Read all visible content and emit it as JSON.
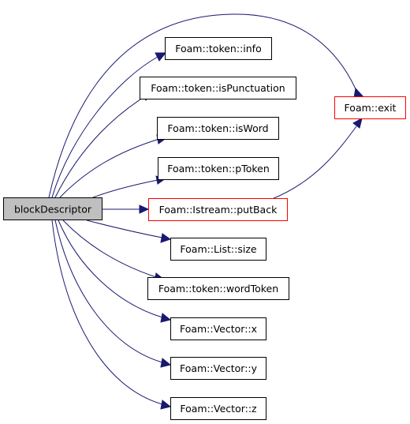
{
  "graph": {
    "root": {
      "label": "blockDescriptor",
      "fill": "#bfbfbf",
      "border": "#000000"
    },
    "callees": [
      {
        "id": "info",
        "label": "Foam::token::info",
        "border": "#000000"
      },
      {
        "id": "isPunctuation",
        "label": "Foam::token::isPunctuation",
        "border": "#000000"
      },
      {
        "id": "isWord",
        "label": "Foam::token::isWord",
        "border": "#000000"
      },
      {
        "id": "pToken",
        "label": "Foam::token::pToken",
        "border": "#000000"
      },
      {
        "id": "putBack",
        "label": "Foam::Istream::putBack",
        "border": "#ff0000"
      },
      {
        "id": "size",
        "label": "Foam::List::size",
        "border": "#000000"
      },
      {
        "id": "wordToken",
        "label": "Foam::token::wordToken",
        "border": "#000000"
      },
      {
        "id": "vx",
        "label": "Foam::Vector::x",
        "border": "#000000"
      },
      {
        "id": "vy",
        "label": "Foam::Vector::y",
        "border": "#000000"
      },
      {
        "id": "vz",
        "label": "Foam::Vector::z",
        "border": "#000000"
      },
      {
        "id": "exit",
        "label": "Foam::exit",
        "border": "#ff0000"
      }
    ],
    "edges": [
      {
        "from": "root",
        "to": "info"
      },
      {
        "from": "root",
        "to": "isPunctuation"
      },
      {
        "from": "root",
        "to": "isWord"
      },
      {
        "from": "root",
        "to": "pToken"
      },
      {
        "from": "root",
        "to": "putBack"
      },
      {
        "from": "root",
        "to": "size"
      },
      {
        "from": "root",
        "to": "wordToken"
      },
      {
        "from": "root",
        "to": "vx"
      },
      {
        "from": "root",
        "to": "vy"
      },
      {
        "from": "root",
        "to": "vz"
      },
      {
        "from": "root",
        "to": "exit"
      },
      {
        "from": "putBack",
        "to": "exit"
      }
    ],
    "edge_color": "#191970"
  }
}
